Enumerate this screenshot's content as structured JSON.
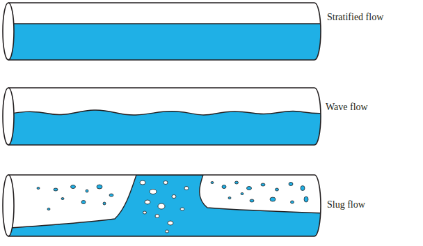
{
  "diagram": {
    "labels": [
      "Stratified flow",
      "Wave flow",
      "Slug flow"
    ]
  }
}
